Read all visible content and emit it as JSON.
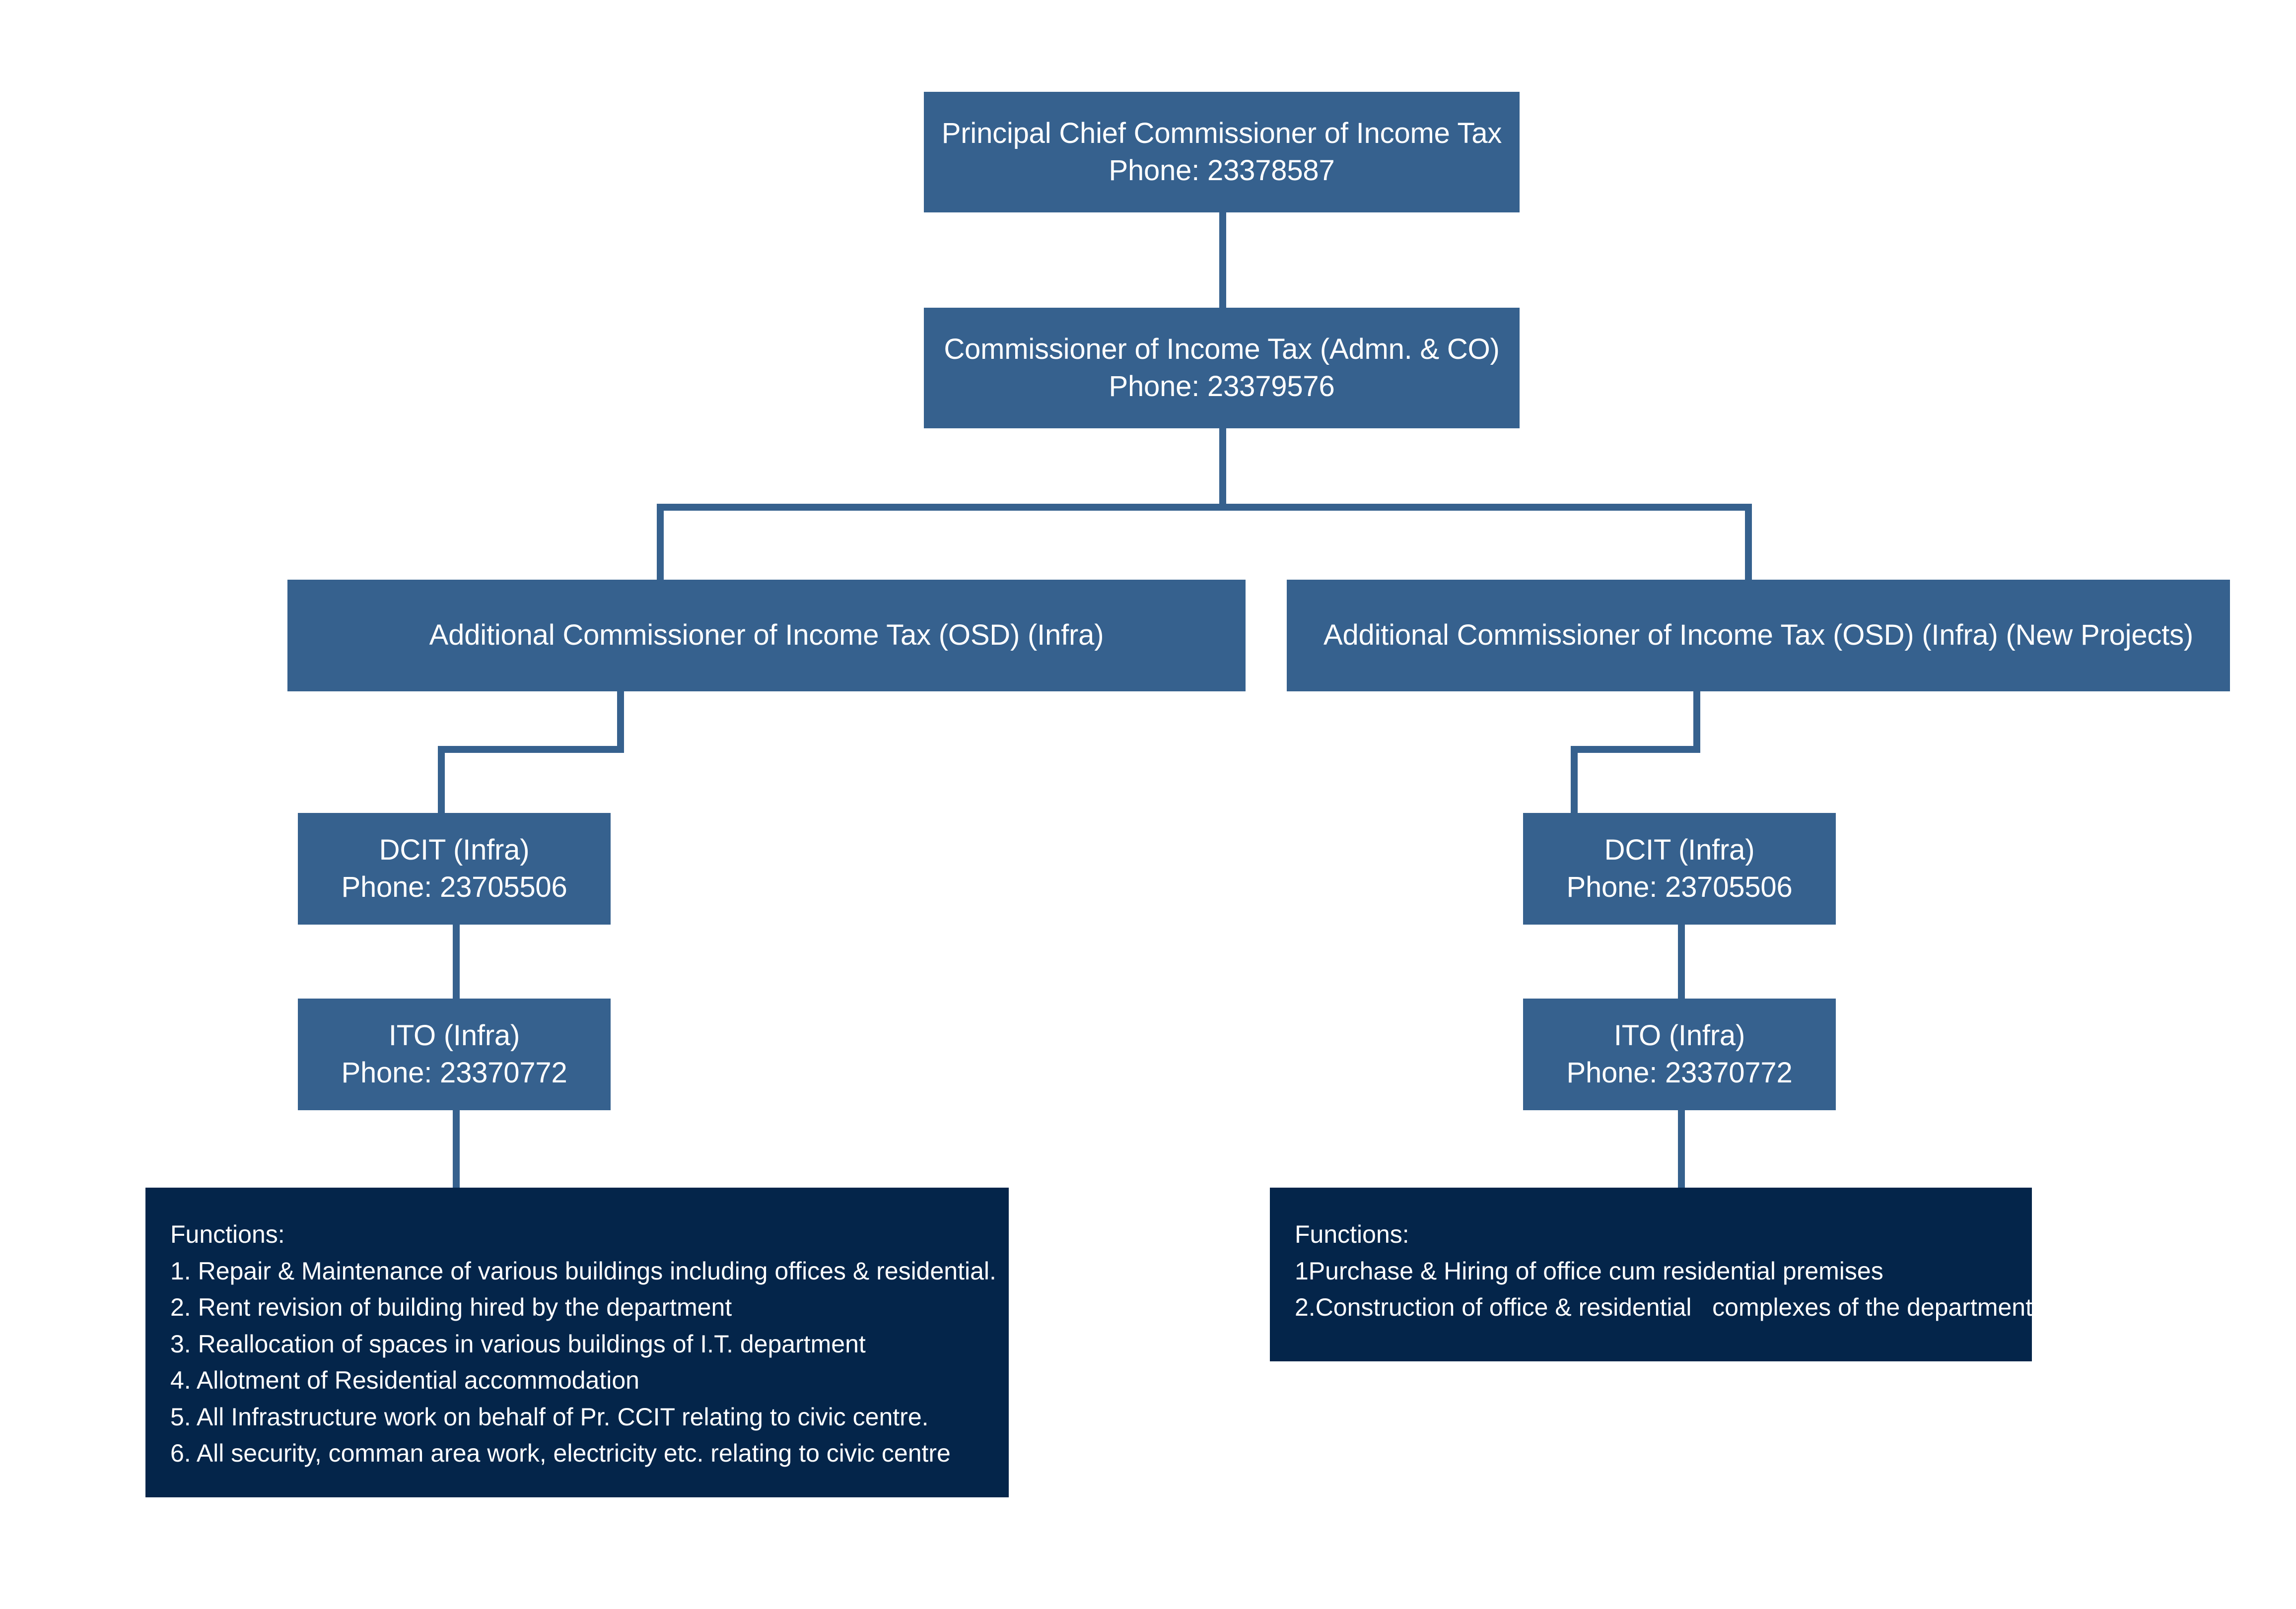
{
  "chart": {
    "title": "Infrastructure Wing Organisation Chart",
    "colors": {
      "node_fill": "#36618E",
      "node_text": "#FFFFFF",
      "panel_fill": "#04254A",
      "panel_text": "#FFFFFF",
      "connector": "#36618E",
      "background": "#FFFFFF"
    }
  },
  "nodes": {
    "pccit": {
      "title": "Principal Chief Commissioner of Income Tax",
      "phone": "Phone: 23378587"
    },
    "cit_admn": {
      "title": "Commissioner of Income Tax (Admn. & CO)",
      "phone": "Phone: 23379576"
    },
    "addl_cit_left": {
      "title": "Additional Commissioner of Income Tax (OSD) (Infra)",
      "phone": ""
    },
    "addl_cit_right": {
      "title": "Additional Commissioner of Income Tax (OSD) (Infra) (New Projects)",
      "phone": ""
    },
    "dcit_left": {
      "title": "DCIT (Infra)",
      "phone": "Phone: 23705506"
    },
    "ito_left": {
      "title": "ITO (Infra)",
      "phone": "Phone: 23370772"
    },
    "dcit_right": {
      "title": "DCIT (Infra)",
      "phone": "Phone: 23705506"
    },
    "ito_right": {
      "title": "ITO (Infra)",
      "phone": "Phone: 23370772"
    }
  },
  "panels": {
    "left": {
      "label": "Functions:",
      "items": [
        "1. Repair & Maintenance of various buildings including offices & residential.",
        "2. Rent revision of building hired by the department",
        "3. Reallocation of spaces in various buildings of I.T. department",
        "4. Allotment of Residential accommodation",
        "5. All Infrastructure work on behalf of Pr. CCIT relating to civic centre.",
        "6. All security, comman area work, electricity etc. relating to civic centre"
      ]
    },
    "right": {
      "label": "Functions:",
      "items": [
        "1Purchase & Hiring of office cum residential premises",
        "2.Construction of office & residential   complexes of the department"
      ]
    }
  }
}
